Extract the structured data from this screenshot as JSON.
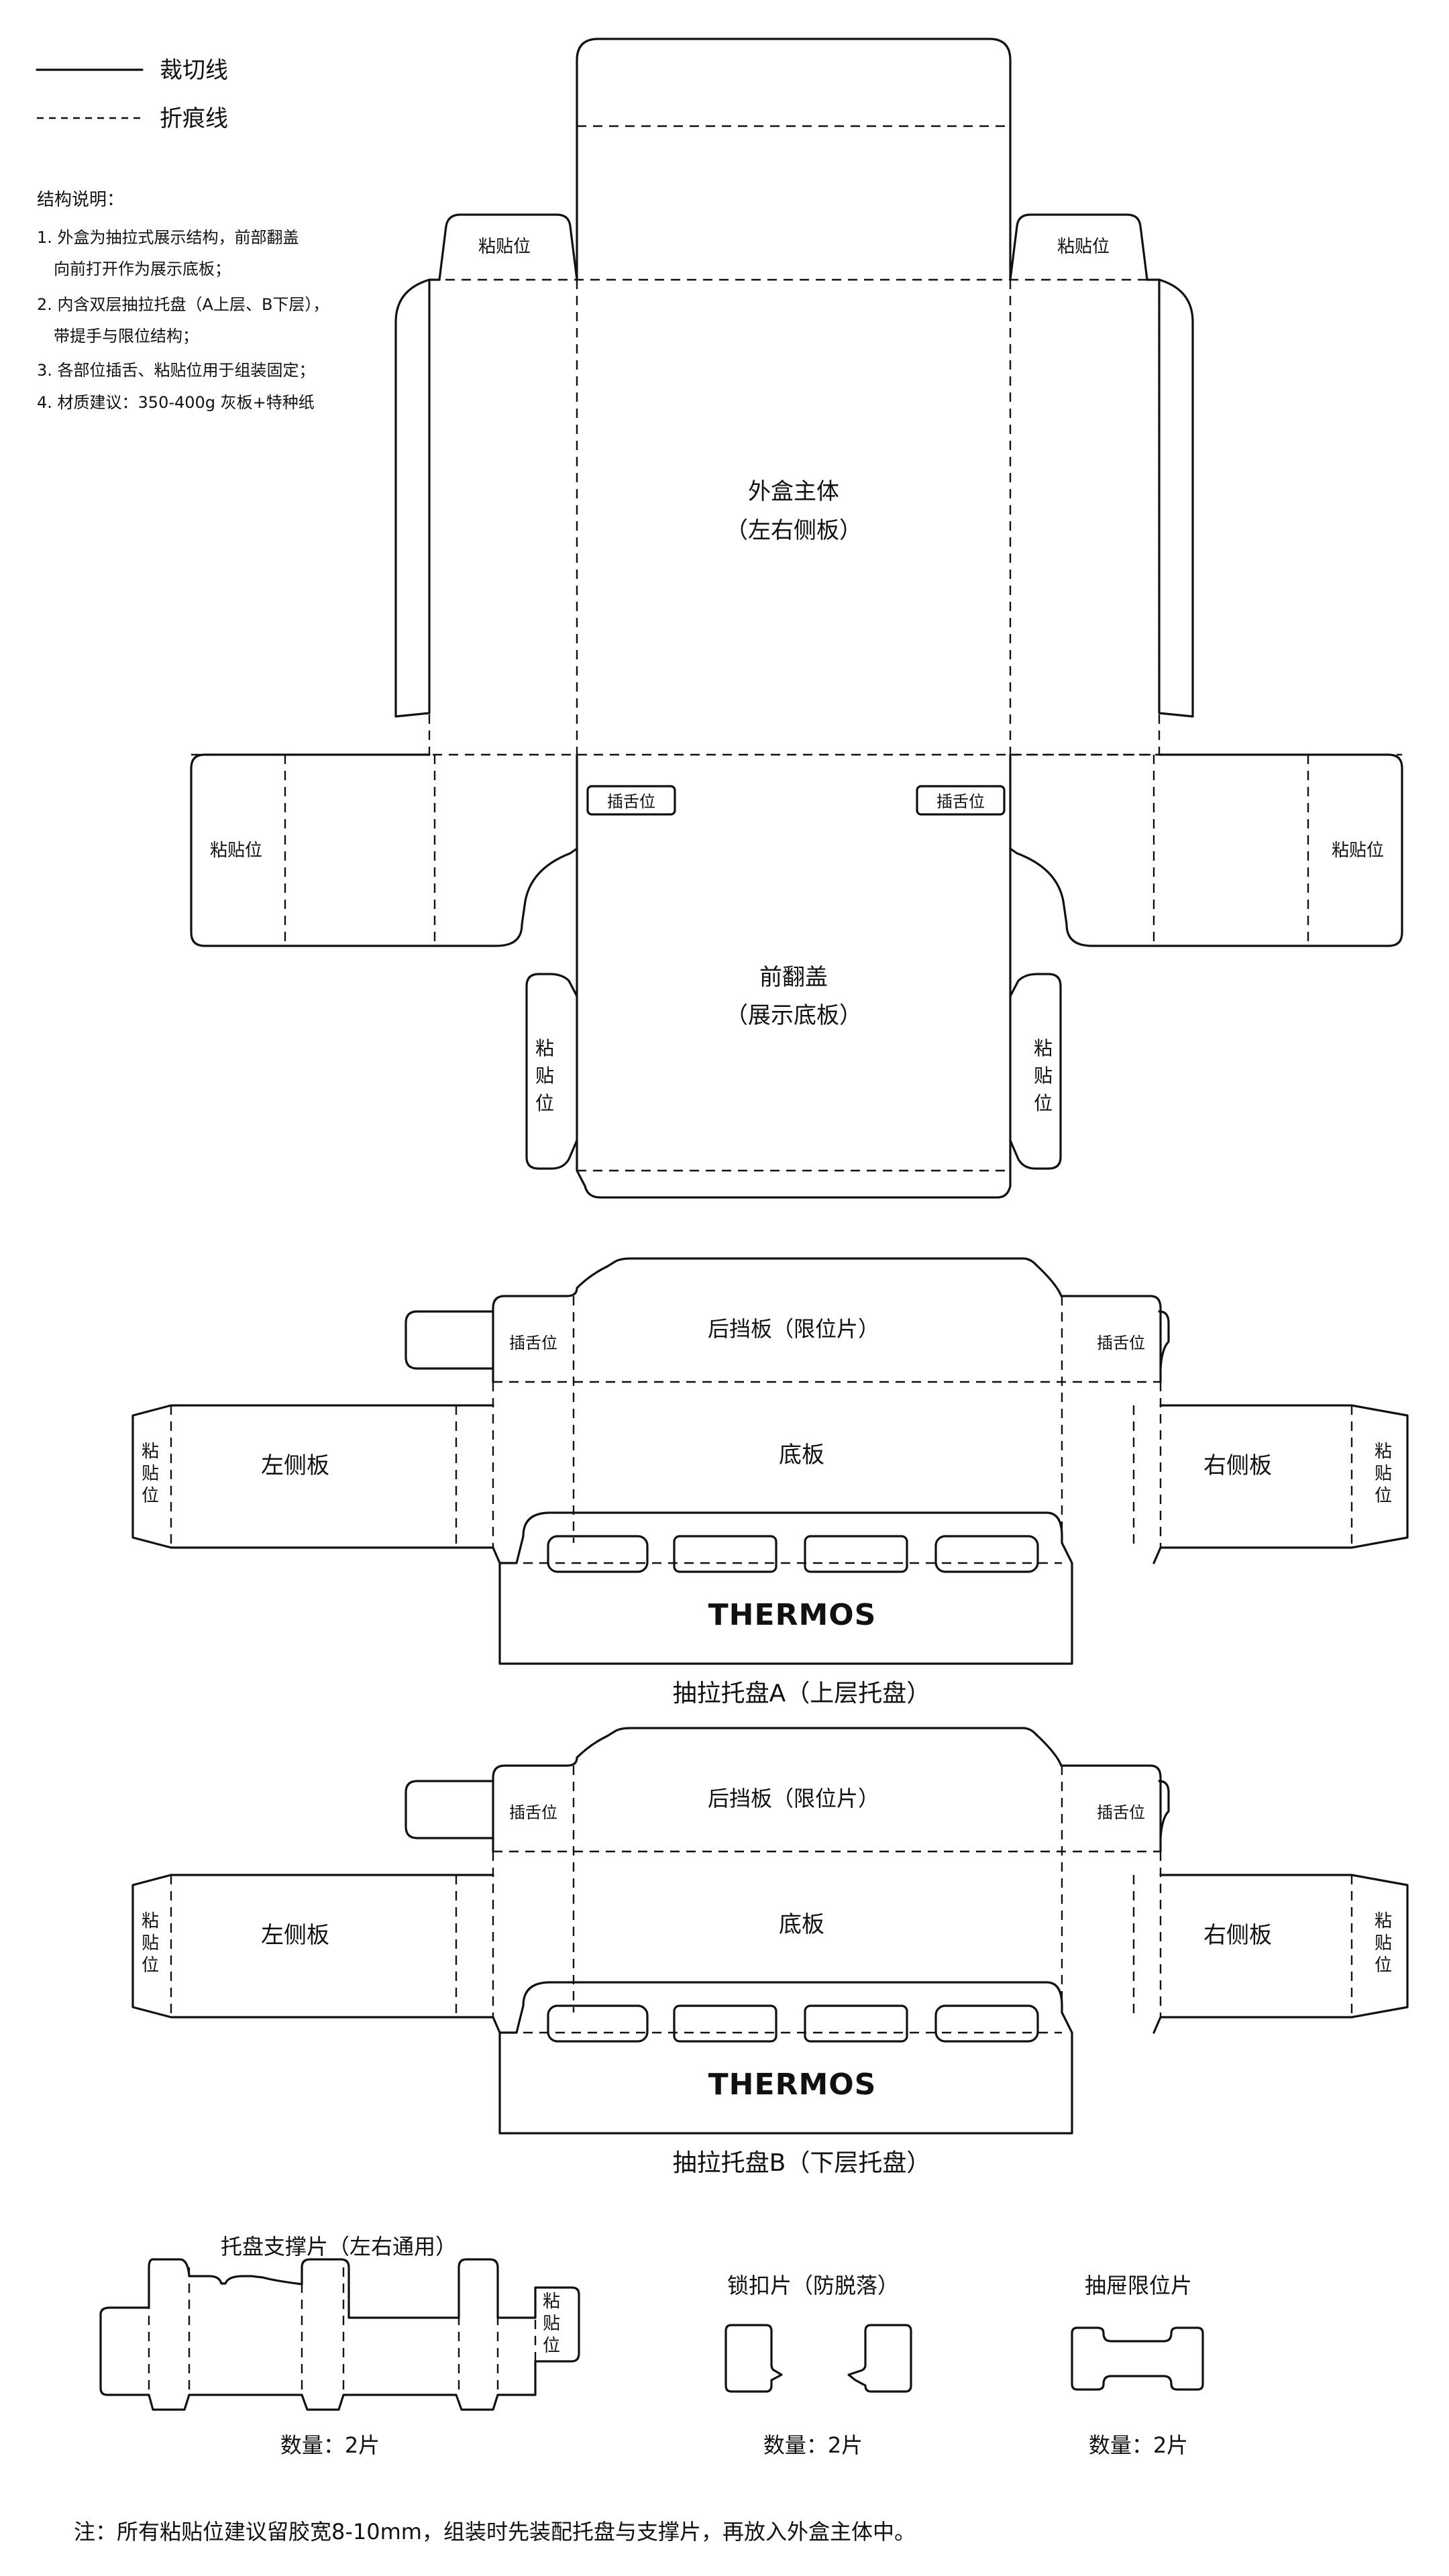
{
  "legend": {
    "cut_line": "裁切线",
    "fold_line": "折痕线"
  },
  "notes": {
    "title": "结构说明：",
    "items": [
      "1. 外盒为抽拉式展示结构，前部翻盖",
      "向前打开作为展示底板；",
      "2. 内含双层抽拉托盘（A上层、B下层），",
      "带提手与限位结构；",
      "3. 各部位插舌、粘贴位用于组装固定；",
      "4. 材质建议：350-400g 灰板+特种纸"
    ]
  },
  "outer_box": {
    "main_title": "外盒主体",
    "main_sub": "（左右侧板）",
    "glue_top_left": "粘贴位",
    "glue_top_right": "粘贴位",
    "glue_side_left": "粘贴位",
    "glue_side_right": "粘贴位",
    "tuck_left": "插舌位",
    "tuck_right": "插舌位",
    "flap_title": "前翻盖",
    "flap_sub": "（展示底板）",
    "glue_v_left": [
      "粘",
      "贴",
      "位"
    ],
    "glue_v_right": [
      "粘",
      "贴",
      "位"
    ]
  },
  "tray_a": {
    "back_panel": "后挡板（限位片）",
    "tuck_left": "插舌位",
    "tuck_right": "插舌位",
    "left_panel": "左侧板",
    "bottom_panel": "底板",
    "right_panel": "右侧板",
    "glue_left": [
      "粘",
      "贴",
      "位"
    ],
    "glue_right": [
      "粘",
      "贴",
      "位"
    ],
    "brand": "THERMOS",
    "caption": "抽拉托盘A（上层托盘）"
  },
  "tray_b": {
    "back_panel": "后挡板（限位片）",
    "tuck_left": "插舌位",
    "tuck_right": "插舌位",
    "left_panel": "左侧板",
    "bottom_panel": "底板",
    "right_panel": "右侧板",
    "glue_left": [
      "粘",
      "贴",
      "位"
    ],
    "glue_right": [
      "粘",
      "贴",
      "位"
    ],
    "brand": "THERMOS",
    "caption": "抽拉托盘B（下层托盘）"
  },
  "parts": {
    "support": {
      "title": "托盘支撑片（左右通用）",
      "glue": [
        "粘",
        "贴",
        "位"
      ],
      "qty": "数量：2片"
    },
    "lock": {
      "title": "锁扣片（防脱落）",
      "qty": "数量：2片"
    },
    "drawer_stop": {
      "title": "抽屉限位片",
      "qty": "数量：2片"
    }
  },
  "footer_note": "注：所有粘贴位建议留胶宽8-10mm，组装时先装配托盘与支撑片，再放入外盒主体中。"
}
